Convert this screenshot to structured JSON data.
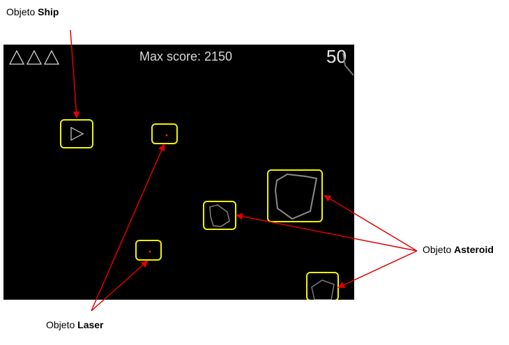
{
  "labels": {
    "ship": {
      "prefix": "Objeto ",
      "name": "Ship"
    },
    "laser": {
      "prefix": "Objeto ",
      "name": "Laser"
    },
    "asteroid": {
      "prefix": "Objeto ",
      "name": "Asteroid"
    }
  },
  "hud": {
    "lives": 3,
    "max_score": "Max score: 2150",
    "score": "50"
  },
  "colors": {
    "highlight": "#f2f200",
    "arrow": "#e00000",
    "game_bg": "#000000",
    "laser": "#ff2020"
  }
}
